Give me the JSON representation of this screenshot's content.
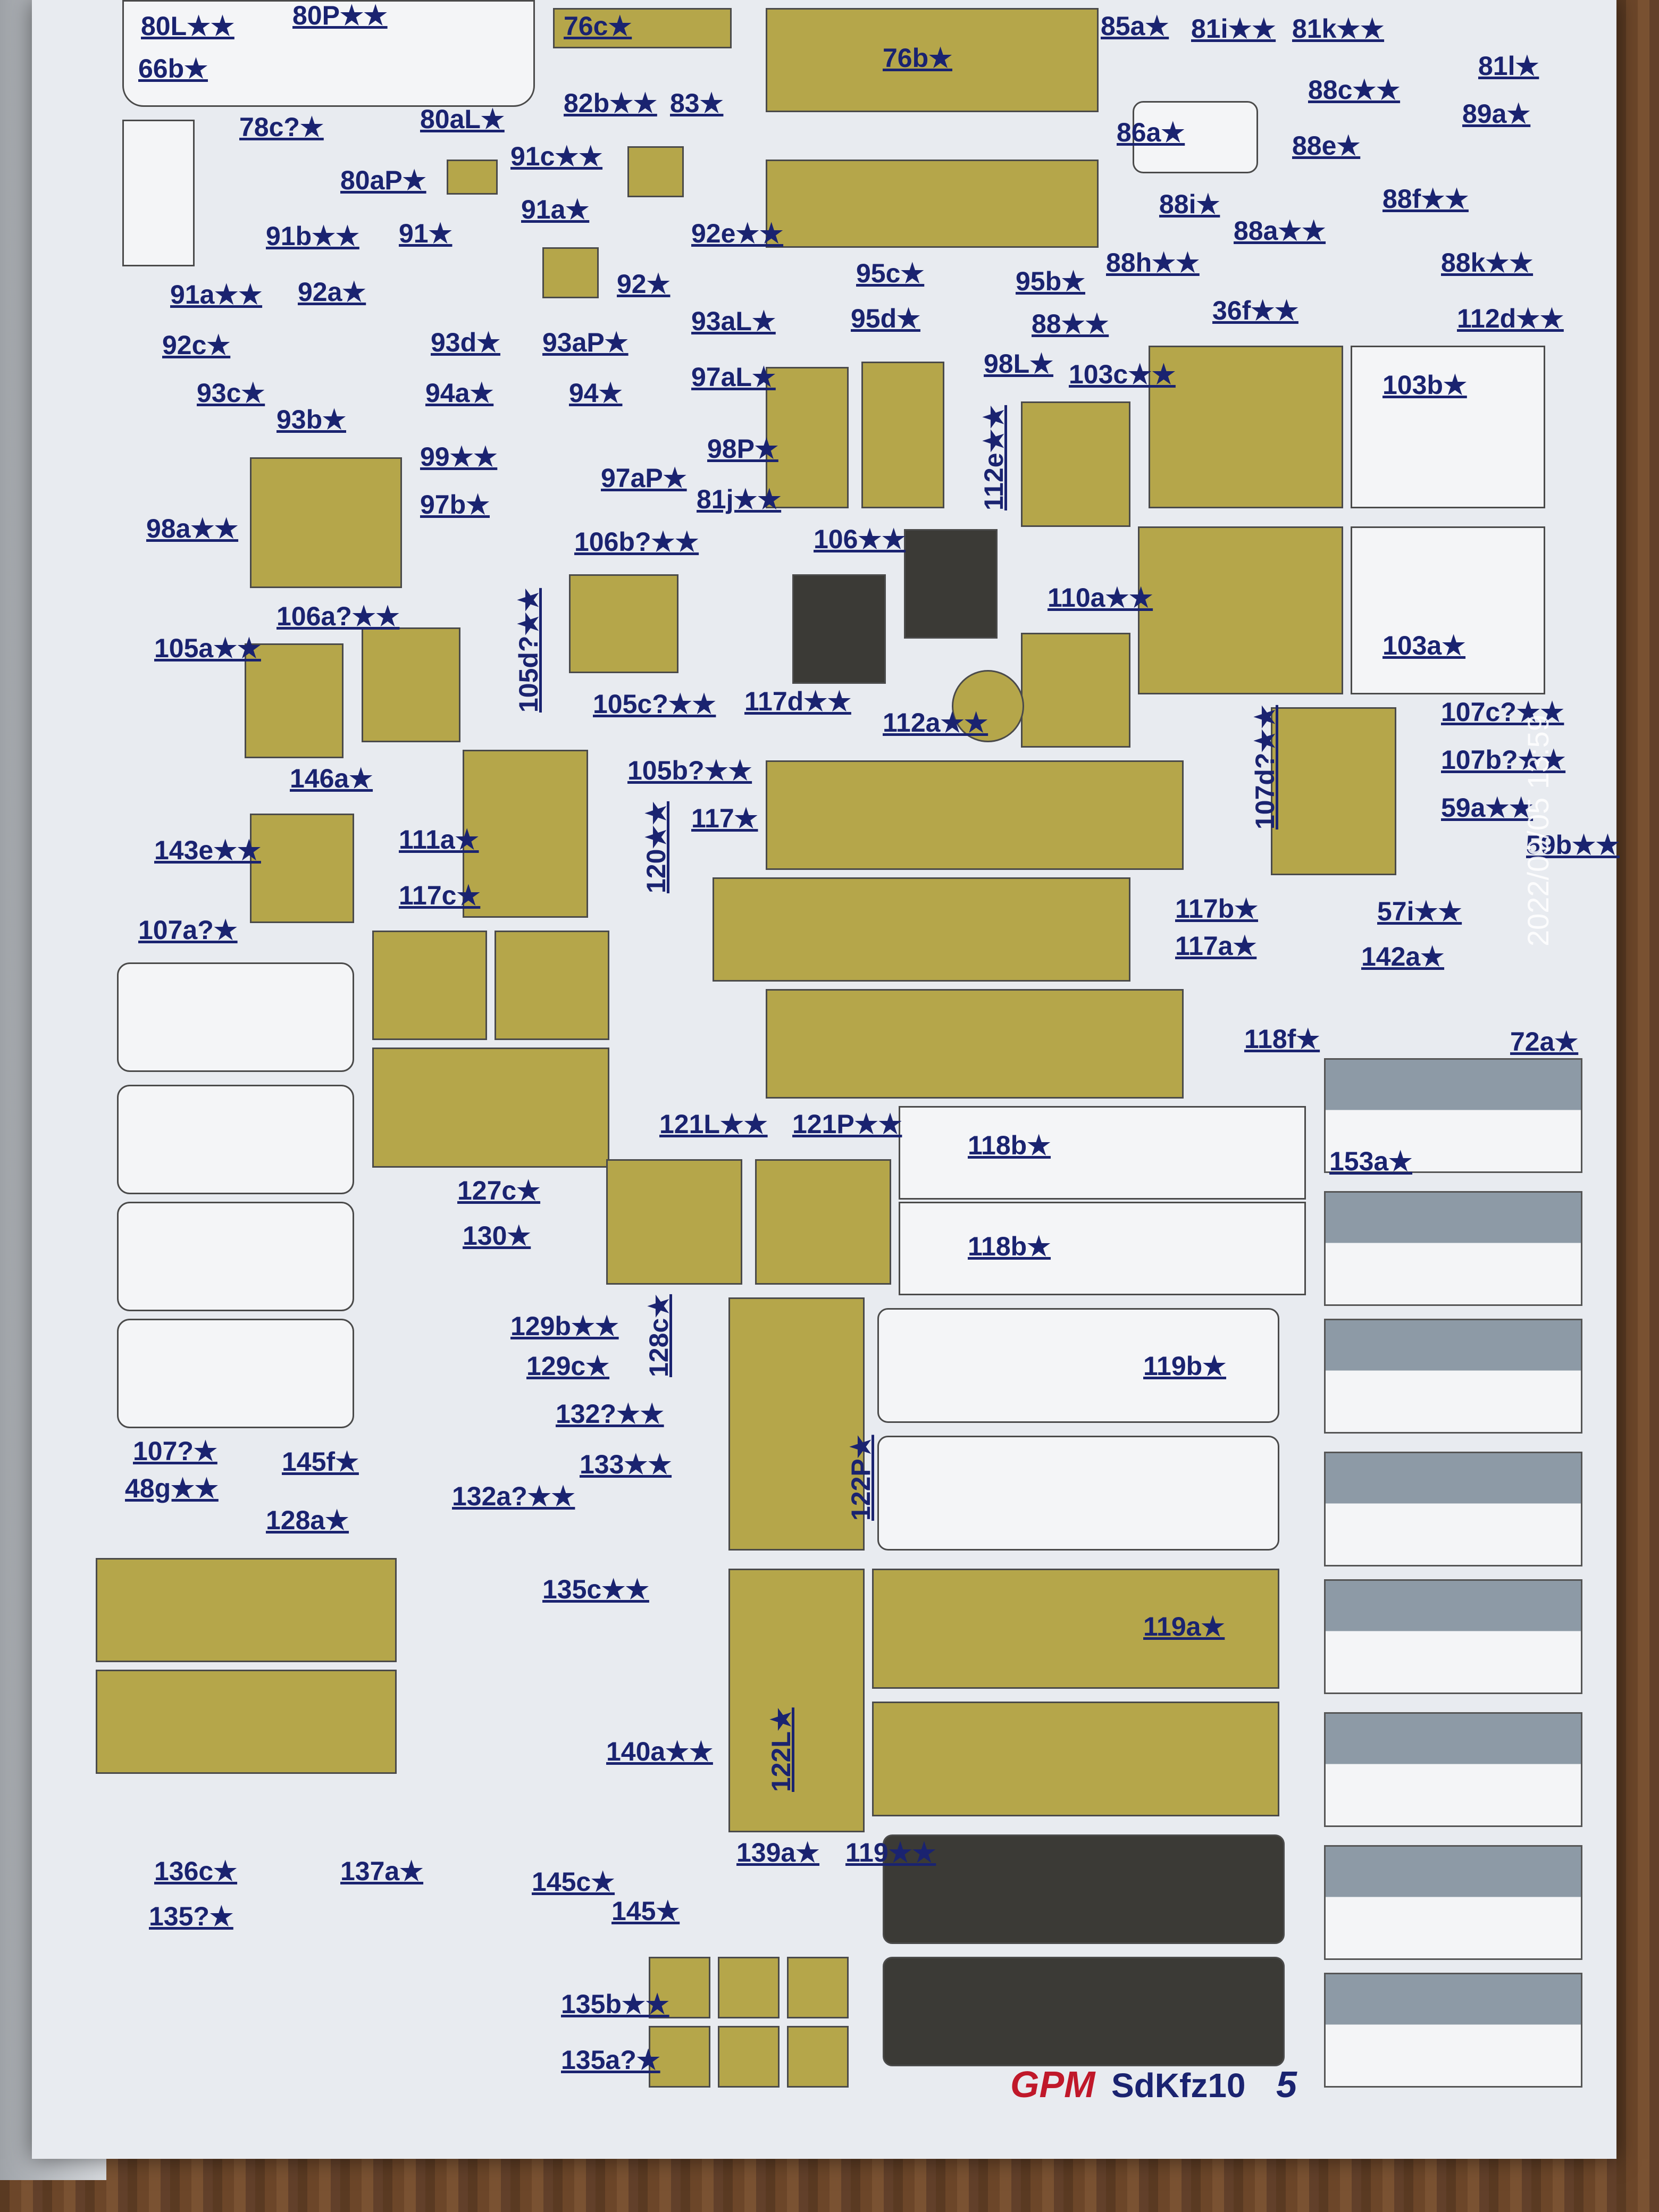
{
  "sheet": {
    "brand": "GPM",
    "model": "SdKfz10",
    "page_number": "5",
    "timestamp": "2022/09/05 13:59"
  },
  "labels": [
    "80L★★",
    "80P★★",
    "76c★",
    "76b★",
    "85a★",
    "81i★★",
    "81k★★",
    "66b★",
    "82b★★",
    "83★",
    "86a★",
    "81l★",
    "89a★",
    "88c★★",
    "78c?★",
    "80aL★",
    "80aP★",
    "91c★★",
    "88e★",
    "88f★★",
    "91a★",
    "91b★★",
    "91★",
    "88i★",
    "88a★★",
    "92e★★",
    "95c★",
    "95b★",
    "88h★★",
    "88k★★",
    "91a★★",
    "92a★",
    "92★",
    "95d★",
    "88★★",
    "36f★★",
    "112d★★",
    "92c★",
    "93d★",
    "93aP★",
    "93aL★",
    "98L★",
    "103c★★",
    "103b★",
    "93c★",
    "94a★",
    "94★",
    "97aL★",
    "93b★",
    "99★★",
    "98P★",
    "112e★★",
    "97aP★",
    "97b★",
    "81j★★",
    "98a★★",
    "106b?★★",
    "106★★",
    "110a★★",
    "103a★",
    "106a?★★",
    "105a★★",
    "105d?★★",
    "112a★★",
    "107d?★★",
    "107c?★★",
    "105c?★★",
    "117d★★",
    "107b?★★",
    "146a★",
    "105b?★★",
    "59a★★",
    "143e★★",
    "111a★",
    "117★",
    "120★★",
    "59b★★",
    "117c★",
    "117b★",
    "57i★★",
    "117a★",
    "107a?★",
    "142a★",
    "72a★",
    "118f★",
    "121L★★",
    "121P★★",
    "118b★",
    "153a★",
    "127c★",
    "130★",
    "118b★",
    "129b★★",
    "128c★",
    "119b★",
    "129c★",
    "132?★★",
    "107?★",
    "145f★",
    "133★★",
    "122P★",
    "48g★★",
    "132a?★★",
    "128a★",
    "135c★★",
    "119a★",
    "140a★★",
    "122L★",
    "136c★",
    "137a★",
    "145c★",
    "139a★",
    "119★★",
    "135?★",
    "145★",
    "135b★★",
    "135a?★"
  ]
}
